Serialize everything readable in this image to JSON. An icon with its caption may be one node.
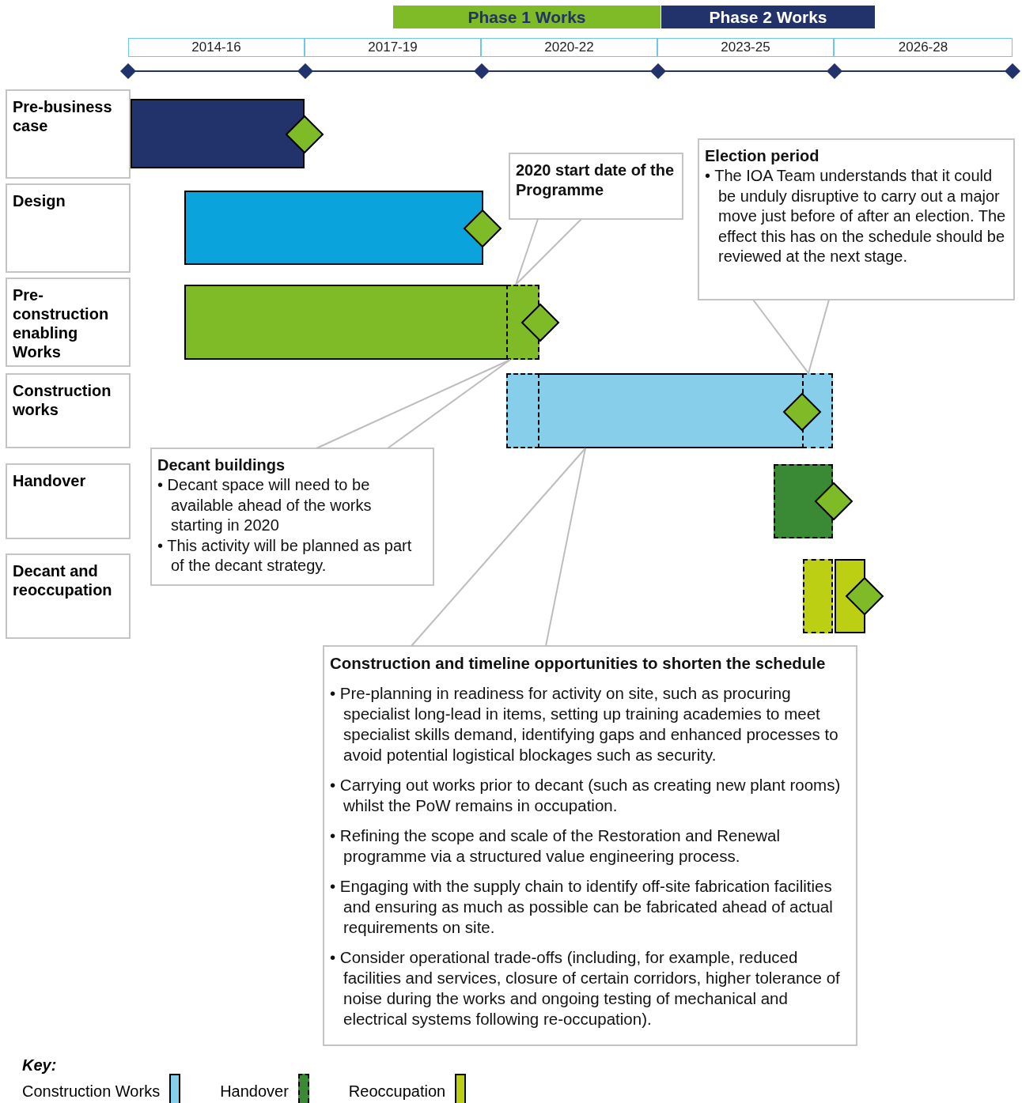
{
  "diagram": {
    "nodes": [
      {
        "text": [
          "Phase 1 Works"
        ]
      },
      {
        "text": [
          "Phase 2 Works"
        ]
      },
      {
        "text": [
          "2014-16"
        ]
      },
      {
        "text": [
          "2017-19"
        ]
      },
      {
        "text": [
          "2020-22"
        ]
      },
      {
        "text": [
          "2023-25"
        ]
      },
      {
        "text": [
          "2026-28"
        ]
      },
      {
        "text": [
          "Pre-business case"
        ]
      },
      {
        "text": [
          "Design"
        ]
      },
      {
        "text": [
          "Pre-construction enabling Works"
        ]
      },
      {
        "text": [
          "Construction works"
        ]
      },
      {
        "text": [
          "Handover"
        ]
      },
      {
        "text": [
          "Decant and reoccupation"
        ]
      },
      {
        "text": [],
        "shape": "bar"
      },
      {
        "text": [],
        "shape": "bar"
      },
      {
        "text": [],
        "shape": "bar"
      },
      {
        "text": [],
        "shape": "bar"
      },
      {
        "text": [],
        "shape": "bar"
      },
      {
        "text": [],
        "shape": "bar"
      },
      {
        "text": [],
        "shape": "bar"
      },
      {
        "text": [
          "2020 start date of the Programme"
        ]
      },
      {
        "text": [
          "Election period",
          "• The IOA Team understands that it could be unduly disruptive to carry out a major move just before of after an election.  The effect this has on the schedule should be reviewed at the next stage."
        ]
      },
      {
        "text": [
          "Decant buildings",
          "• Decant space will need to be available ahead of the works starting in 2020",
          "• This activity will be planned as part of the decant strategy."
        ]
      },
      {
        "text": [
          "Construction and timeline opportunities to shorten the schedule",
          "• Pre-planning in readiness for activity on site, such as procuring specialist long-lead in items, setting up training academies to meet specialist skills demand, identifying gaps and enhanced processes to avoid potential logistical blockages such as security.",
          "• Carrying out works prior to decant (such as creating new plant rooms) whilst the PoW remains in occupation.",
          "• Refining the scope and scale of the Restoration and Renewal programme via a structured value engineering process.",
          "• Engaging with the supply chain to identify off-site fabrication facilities and ensuring as much as possible can be fabricated ahead of actual requirements on site.",
          "• Consider operational trade-offs (including, for example, reduced facilities and services, closure of certain corridors, higher tolerance of noise during the works and ongoing testing of mechanical and electrical systems following re-occupation)."
        ]
      }
    ],
    "edges": [
      {
        "from": 20,
        "to": 15,
        "arrow": "none"
      },
      {
        "from": 21,
        "to": 16,
        "arrow": "none"
      },
      {
        "from": 22,
        "to": 15,
        "arrow": "none"
      },
      {
        "from": 23,
        "to": 16,
        "arrow": "none"
      }
    ],
    "labels": [
      "Key:"
    ],
    "legend": [
      {
        "text": "Construction Works",
        "color": "#87ceeb"
      },
      {
        "text": "Handover",
        "color": "#3a8a35"
      },
      {
        "text": "Reoccupation",
        "color": "#bccf12"
      }
    ]
  }
}
